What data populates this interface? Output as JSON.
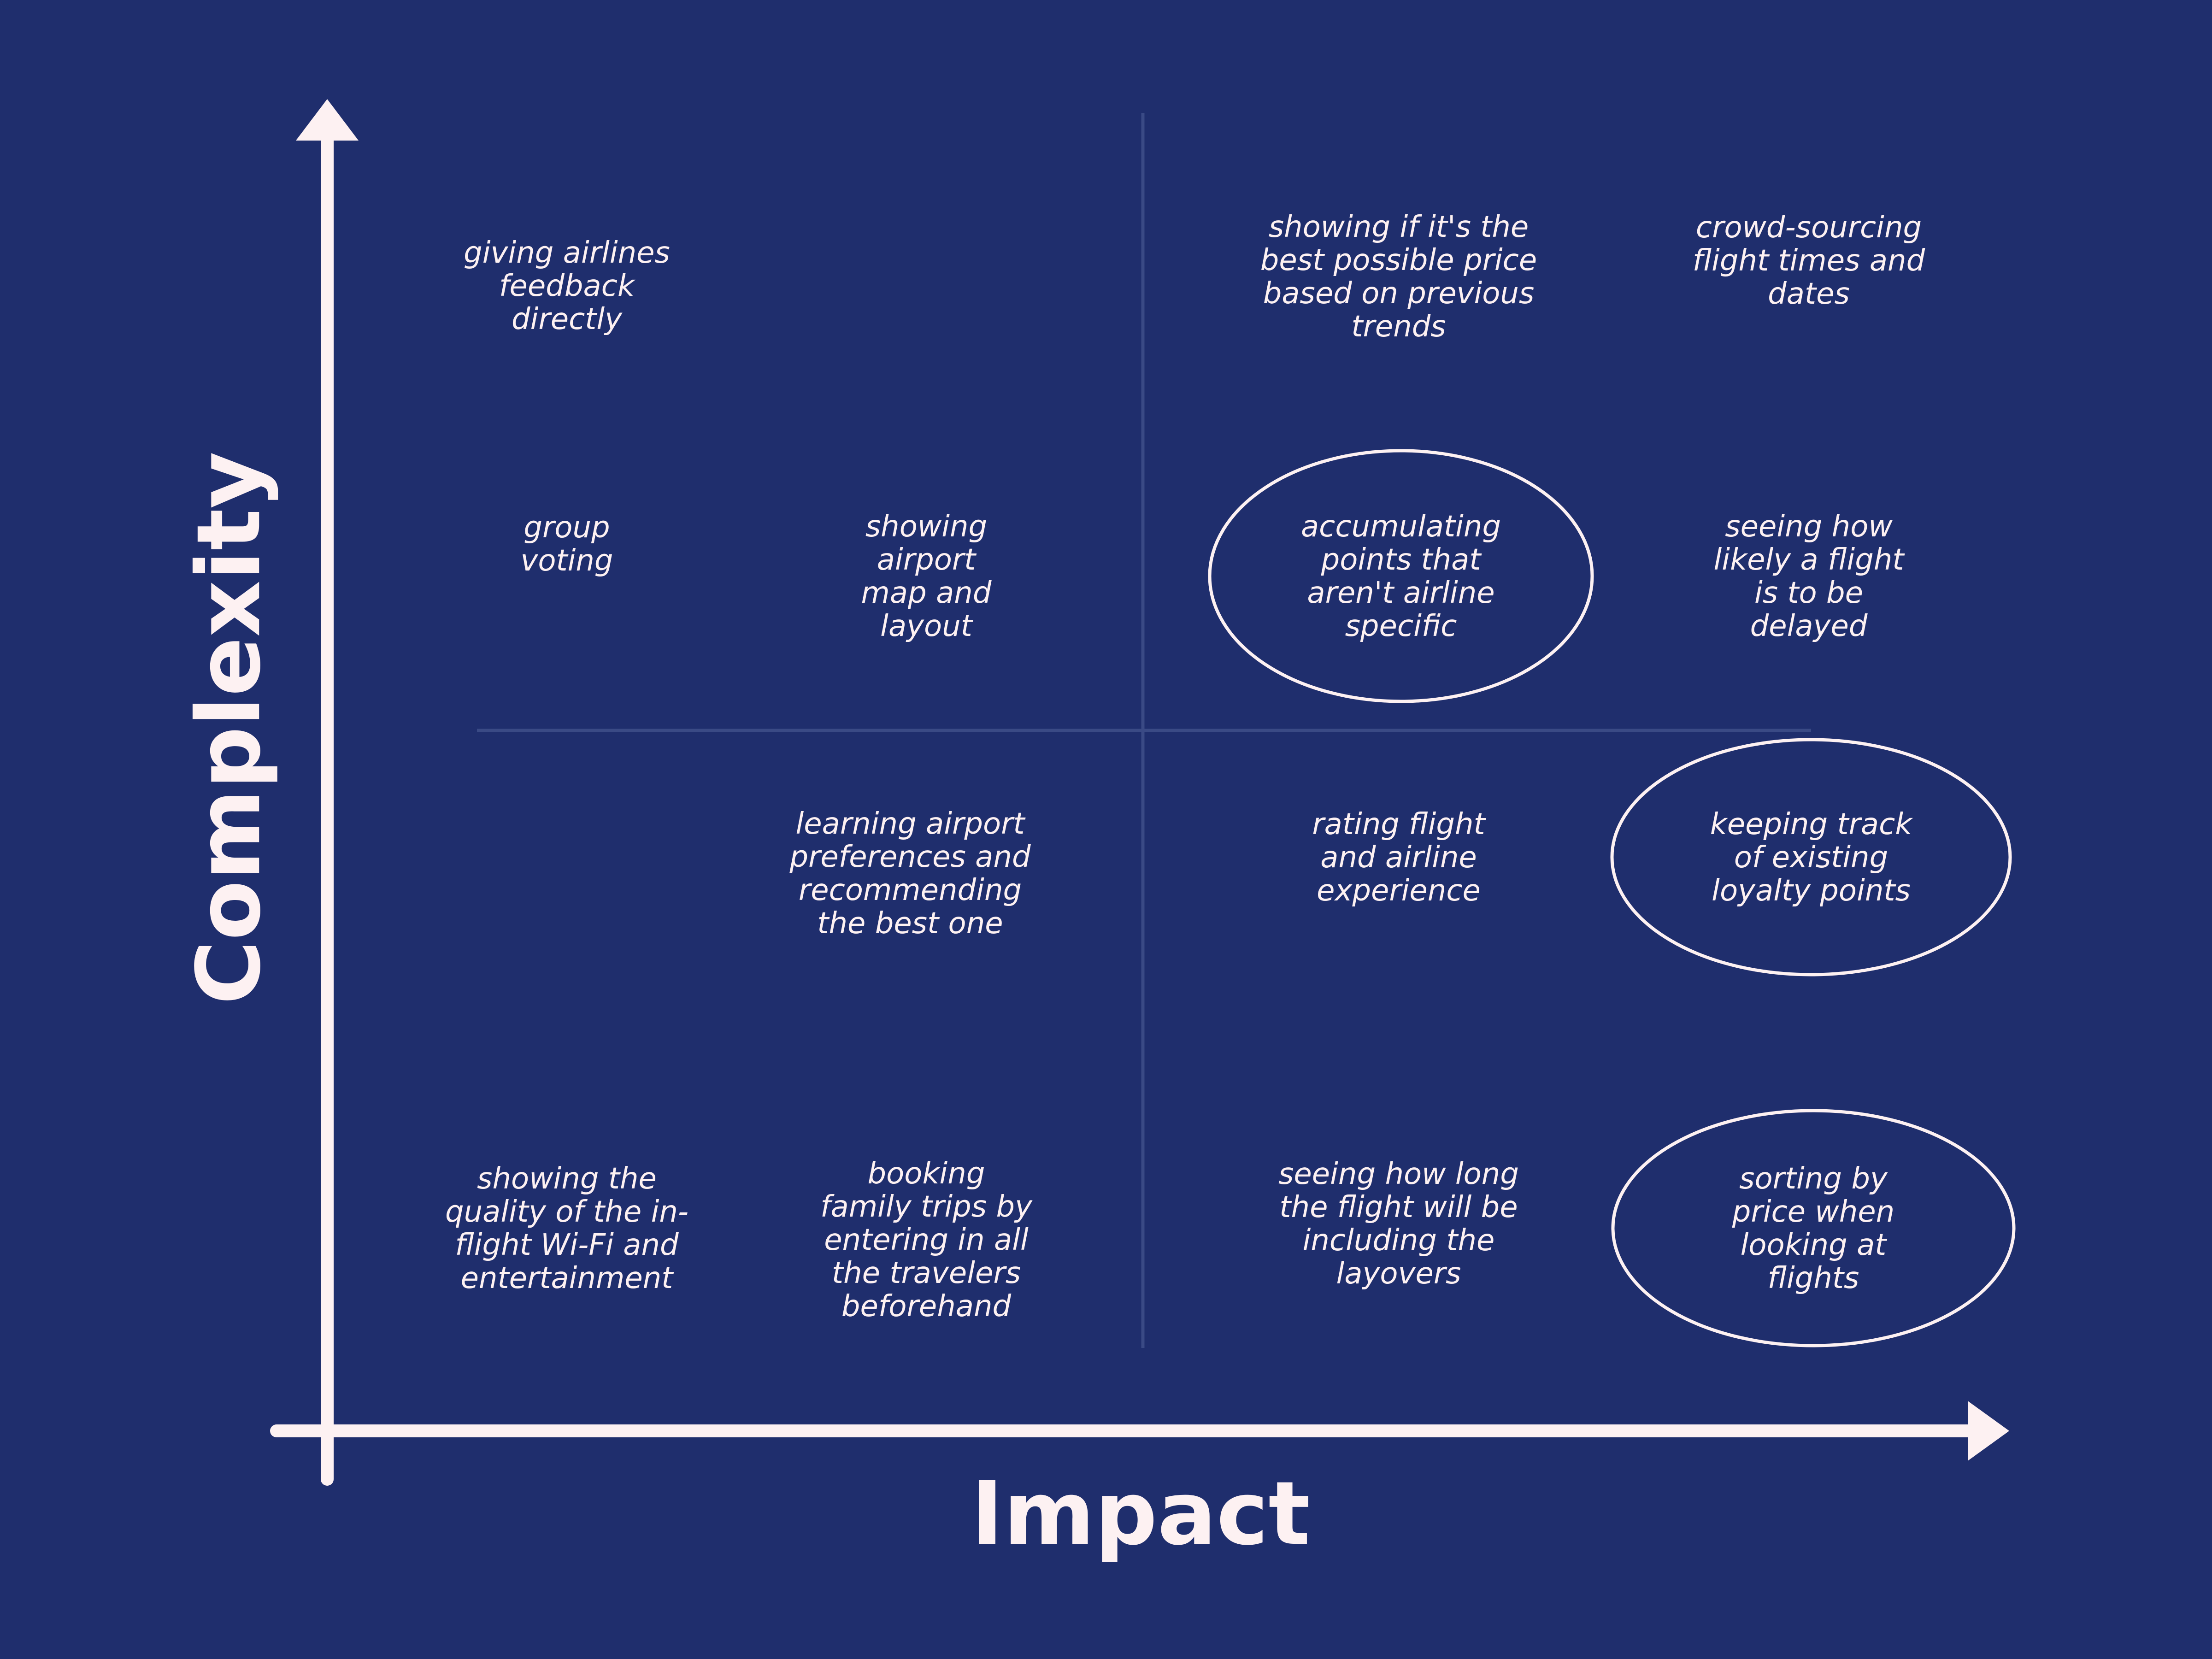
{
  "axes": {
    "x_title": "Impact",
    "y_title": "Complexity"
  },
  "ideas": [
    {
      "id": "giving-airlines-feedback",
      "lines": [
        "giving airlines",
        "feedback",
        "directly"
      ],
      "circled": false
    },
    {
      "id": "best-possible-price",
      "lines": [
        "showing if it's the",
        "best possible price",
        "based on previous",
        "trends"
      ],
      "circled": false
    },
    {
      "id": "crowd-sourcing-flight-times",
      "lines": [
        "crowd-sourcing",
        "flight times and",
        "dates"
      ],
      "circled": false
    },
    {
      "id": "group-voting",
      "lines": [
        "group",
        "voting"
      ],
      "circled": false
    },
    {
      "id": "airport-map-layout",
      "lines": [
        "showing",
        "airport",
        "map and",
        "layout"
      ],
      "circled": false
    },
    {
      "id": "accumulating-points",
      "lines": [
        "accumulating",
        "points that",
        "aren't airline",
        "specific"
      ],
      "circled": true
    },
    {
      "id": "flight-delay-likelihood",
      "lines": [
        "seeing how",
        "likely a flight",
        "is to be",
        "delayed"
      ],
      "circled": false
    },
    {
      "id": "learning-airport-preferences",
      "lines": [
        "learning airport",
        "preferences and",
        "recommending",
        "the best one"
      ],
      "circled": false
    },
    {
      "id": "rating-flight-experience",
      "lines": [
        "rating flight",
        "and airline",
        "experience"
      ],
      "circled": false
    },
    {
      "id": "keeping-track-loyalty-points",
      "lines": [
        "keeping track",
        "of existing",
        "loyalty points"
      ],
      "circled": true
    },
    {
      "id": "wifi-entertainment-quality",
      "lines": [
        "showing the",
        "quality of the in-",
        "flight Wi-Fi and",
        "entertainment"
      ],
      "circled": false
    },
    {
      "id": "booking-family-trips",
      "lines": [
        "booking",
        "family trips by",
        "entering in all",
        "the travelers",
        "beforehand"
      ],
      "circled": false
    },
    {
      "id": "flight-length-with-layovers",
      "lines": [
        "seeing how long",
        "the flight will be",
        "including the",
        "layovers"
      ],
      "circled": false
    },
    {
      "id": "sorting-by-price",
      "lines": [
        "sorting by",
        "price when",
        "looking at",
        "flights"
      ],
      "circled": true
    }
  ],
  "colors": {
    "background": "#1f2e6d",
    "foreground": "#fdf1f2",
    "divider": "#3a4a85"
  }
}
